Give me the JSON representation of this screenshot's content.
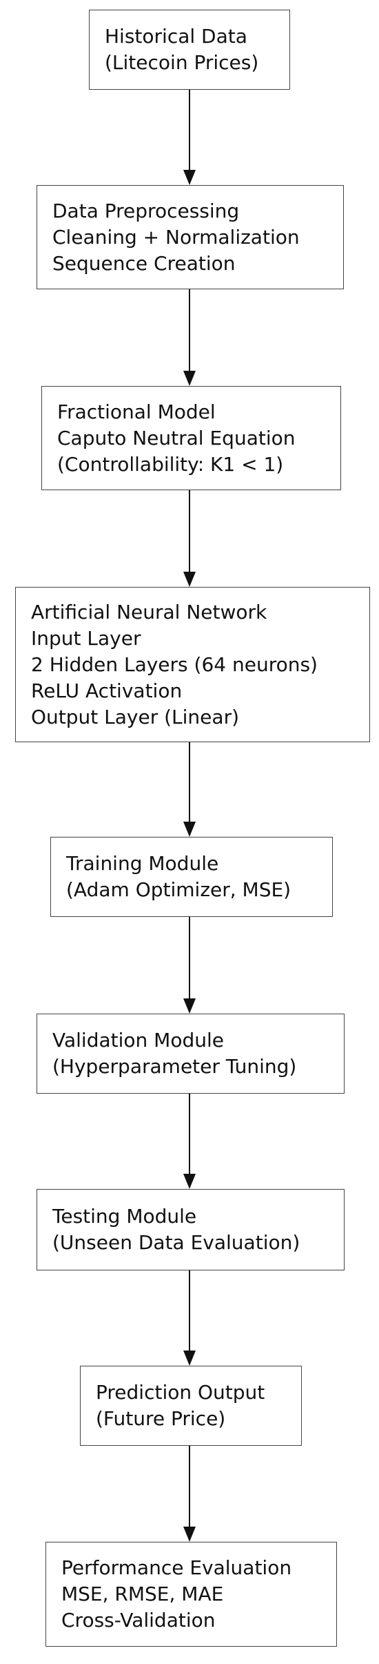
{
  "diagram": {
    "nodes": [
      {
        "id": "historical-data",
        "lines": [
          "Historical Data",
          "(Litecoin Prices)"
        ]
      },
      {
        "id": "data-preprocessing",
        "lines": [
          "Data Preprocessing",
          "Cleaning + Normalization",
          "Sequence Creation"
        ]
      },
      {
        "id": "fractional-model",
        "lines": [
          "Fractional Model",
          "Caputo Neutral Equation",
          "(Controllability: K1 < 1)"
        ]
      },
      {
        "id": "artificial-neural-network",
        "lines": [
          "Artificial Neural Network",
          "Input Layer",
          "2 Hidden Layers (64 neurons)",
          "ReLU Activation",
          "Output Layer (Linear)"
        ]
      },
      {
        "id": "training-module",
        "lines": [
          "Training Module",
          "(Adam Optimizer, MSE)"
        ]
      },
      {
        "id": "validation-module",
        "lines": [
          "Validation Module",
          "(Hyperparameter Tuning)"
        ]
      },
      {
        "id": "testing-module",
        "lines": [
          "Testing Module",
          "(Unseen Data Evaluation)"
        ]
      },
      {
        "id": "prediction-output",
        "lines": [
          "Prediction Output",
          "(Future Price)"
        ]
      },
      {
        "id": "performance-evaluation",
        "lines": [
          "Performance Evaluation",
          "MSE, RMSE, MAE",
          "Cross-Validation"
        ]
      }
    ],
    "edges": [
      {
        "from": "historical-data",
        "to": "data-preprocessing"
      },
      {
        "from": "data-preprocessing",
        "to": "fractional-model"
      },
      {
        "from": "fractional-model",
        "to": "artificial-neural-network"
      },
      {
        "from": "artificial-neural-network",
        "to": "training-module"
      },
      {
        "from": "training-module",
        "to": "validation-module"
      },
      {
        "from": "validation-module",
        "to": "testing-module"
      },
      {
        "from": "testing-module",
        "to": "prediction-output"
      },
      {
        "from": "prediction-output",
        "to": "performance-evaluation"
      }
    ],
    "colors": {
      "border": "#444444",
      "text": "#111111",
      "arrow": "#111111",
      "background": "#ffffff"
    }
  }
}
